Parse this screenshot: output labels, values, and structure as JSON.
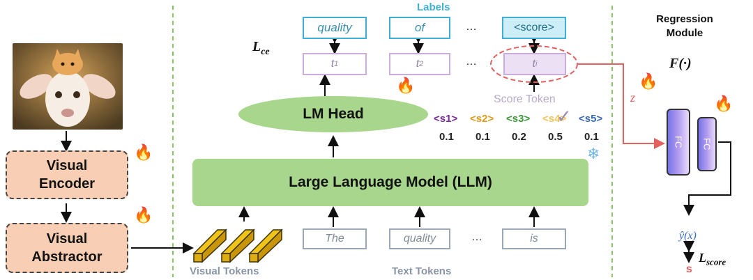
{
  "titles": {
    "labels": "Labels",
    "regression_line1": "Regression",
    "regression_line2": "Module",
    "lce": "L",
    "lce_sub": "ce",
    "func": "F(·)",
    "z": "z"
  },
  "labels": [
    "quality",
    "of",
    "…",
    "<score>"
  ],
  "pred_tokens": [
    {
      "main": "t",
      "sub": "1"
    },
    {
      "main": "t",
      "sub": "2"
    },
    {
      "main": "t",
      "sub": "i"
    }
  ],
  "ellipsis": "…",
  "score_token_caption": "Score Token",
  "lm_head": "LM Head",
  "llm": "Large Language Model (LLM)",
  "score_levels": [
    {
      "label": "<s1>",
      "prob": "0.1",
      "color": "#7a2a9a"
    },
    {
      "label": "<s2>",
      "prob": "0.1",
      "color": "#e09a1a"
    },
    {
      "label": "<s3>",
      "prob": "0.2",
      "color": "#3f9a3a"
    },
    {
      "label": "<s4>",
      "prob": "0.5",
      "color": "#f2c45a"
    },
    {
      "label": "<s5>",
      "prob": "0.1",
      "color": "#3a6ab8"
    }
  ],
  "left": {
    "encoder_line1": "Visual",
    "encoder_line2": "Encoder",
    "abstractor_line1": "Visual",
    "abstractor_line2": "Abstractor"
  },
  "visual_tokens_caption": "Visual Tokens",
  "text_tokens": [
    "The",
    "quality",
    "…",
    "is"
  ],
  "text_tokens_caption": "Text Tokens",
  "fc": [
    "FC",
    "FC"
  ],
  "regression_output": {
    "yhat": "ŷ(x)",
    "loss": "L",
    "loss_sub": "score",
    "target": "s"
  },
  "colors": {
    "green": "#a8d68c",
    "peach": "#f8cfb4",
    "cyan": "#3fb0d4",
    "red": "#e36060"
  }
}
